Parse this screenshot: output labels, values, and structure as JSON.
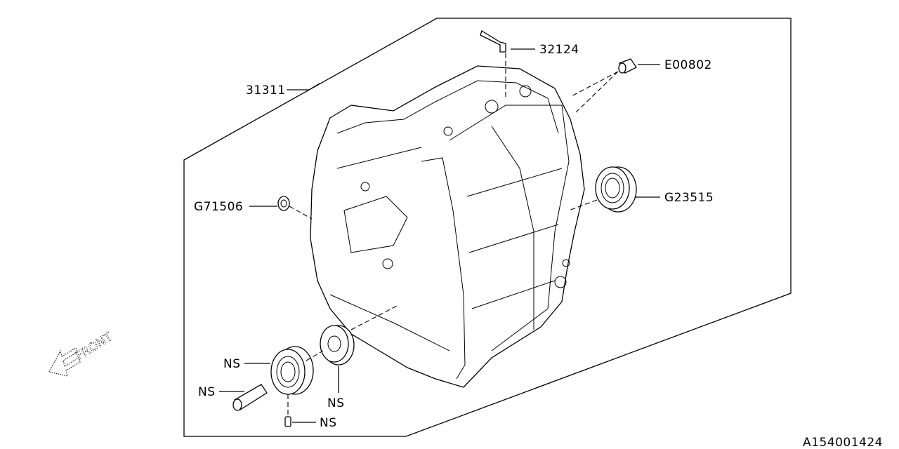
{
  "diagram_id": "A154001424",
  "front_label": "FRONT",
  "parts": {
    "case": "31311",
    "breather": "32124",
    "plug": "E00802",
    "bearing_right": "G23515",
    "washer": "G71506",
    "bearing_left": "NS",
    "pipe": "NS",
    "seal": "NS",
    "pin": "NS"
  }
}
